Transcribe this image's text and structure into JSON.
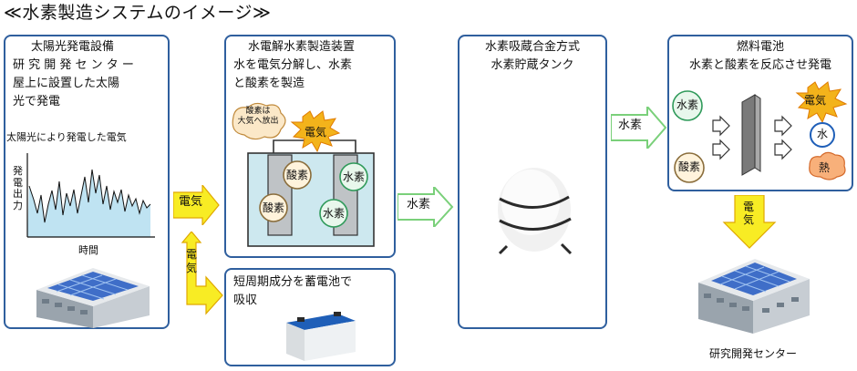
{
  "title": "≪水素製造システムのイメージ≫",
  "solar": {
    "heading_lines": [
      "太陽光発電設備",
      "研 究 開 発 セ ン タ ー",
      "屋上に設置した太陽",
      "光で発電"
    ],
    "chart_title": "太陽光により発電した電気",
    "y_axis_label": "発\n電\n出\n力",
    "x_axis_label": "時間"
  },
  "electrolysis": {
    "heading_lines": [
      "水電解水素製造装置",
      "水を電気分解し、水素",
      "と酸素を製造"
    ],
    "cloud_text": "酸素は\n大気へ放出",
    "burst_label": "電気",
    "bubble_oxygen_1": "酸素",
    "bubble_oxygen_2": "酸素",
    "bubble_hydrogen_1": "水素",
    "bubble_hydrogen_2": "水素"
  },
  "battery": {
    "text_lines": [
      "短周期成分を蓄電池で",
      "吸収"
    ]
  },
  "storage": {
    "heading_lines": [
      "水素吸蔵合金方式",
      "水素貯蔵タンク"
    ]
  },
  "fuel_cell": {
    "heading_lines": [
      "燃料電池",
      "水素と酸素を反応させ発電"
    ],
    "bubble_hydrogen": "水素",
    "bubble_oxygen": "酸素",
    "burst_label": "電気",
    "bubble_water": "水",
    "bubble_heat": "熱"
  },
  "arrows": {
    "electricity_right": "電気",
    "electricity_down": "電\n気",
    "hydrogen_1": "水素",
    "hydrogen_2": "水素",
    "electricity_output": "電\n気"
  },
  "research_center_caption": "研究開発センター",
  "colors": {
    "box_border": "#2f5f9e",
    "green_arrow": "#7ad07a",
    "yellow_arrow": "#f8ec24",
    "chart_fill": "#bfe3f2",
    "tank_water": "#cde8ef"
  }
}
